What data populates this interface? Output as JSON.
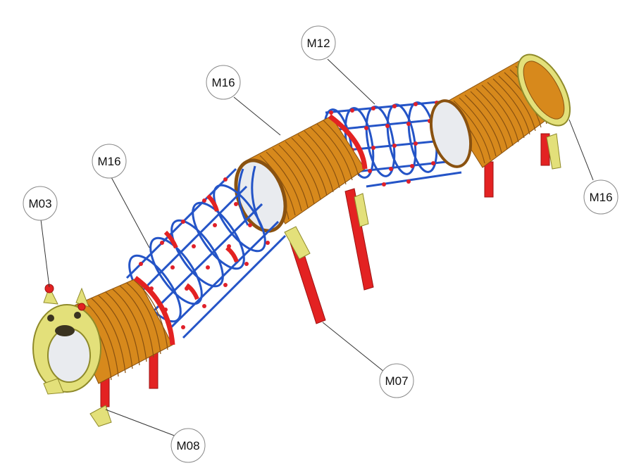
{
  "callouts": [
    {
      "id": "m03",
      "label": "M03"
    },
    {
      "id": "m16a",
      "label": "M16"
    },
    {
      "id": "m16b",
      "label": "M16"
    },
    {
      "id": "m12",
      "label": "M12"
    },
    {
      "id": "m16c",
      "label": "M16"
    },
    {
      "id": "m07",
      "label": "M07"
    },
    {
      "id": "m08",
      "label": "M08"
    }
  ],
  "colors": {
    "tube": "#d7891c",
    "tube_dark": "#8a5210",
    "tube_ring": "#b86d10",
    "net": "#2454c7",
    "net_node": "#e0202a",
    "band": "#e32222",
    "leg": "#e32222",
    "leg_dark": "#9c1212",
    "endcap": "#e3e07a",
    "endcap_dark": "#8f8a2a",
    "window": "#e9ebef"
  }
}
